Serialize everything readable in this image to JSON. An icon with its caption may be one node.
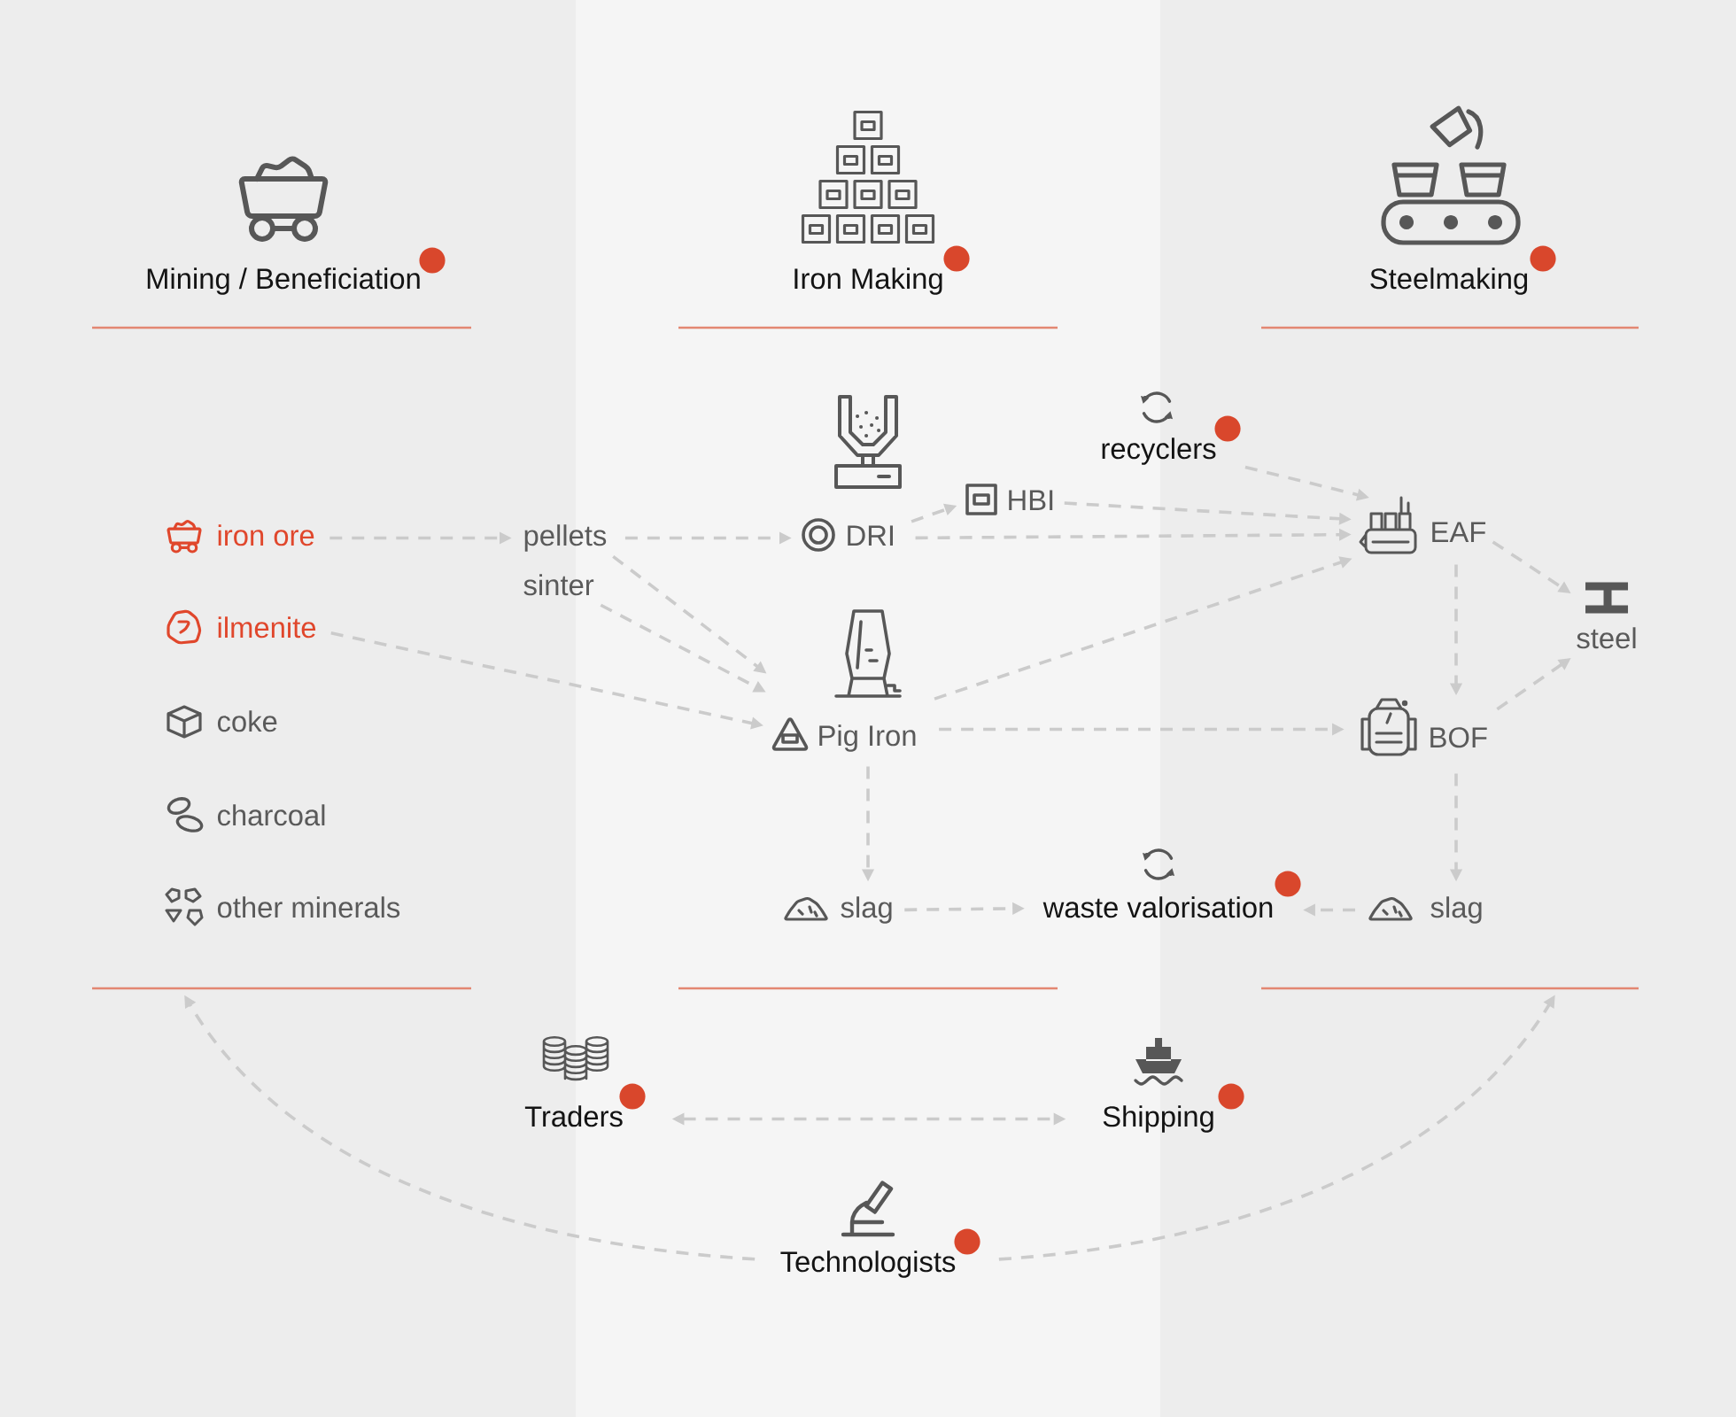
{
  "diagram": {
    "nodes": [
      {
        "text": [
          "Mining / Beneficiation"
        ]
      },
      {
        "text": [
          "Iron Making"
        ]
      },
      {
        "text": [
          "Steelmaking"
        ]
      },
      {
        "text": [
          "iron ore"
        ],
        "in": 0
      },
      {
        "text": [
          "ilmenite"
        ],
        "in": 0
      },
      {
        "text": [
          "coke"
        ],
        "in": 0
      },
      {
        "text": [
          "charcoal"
        ],
        "in": 0
      },
      {
        "text": [
          "other minerals"
        ],
        "in": 0
      },
      {
        "text": [
          "pellets"
        ]
      },
      {
        "text": [
          "sinter"
        ]
      },
      {
        "text": [
          "DRI"
        ],
        "in": 1
      },
      {
        "text": [
          "HBI"
        ],
        "in": 1
      },
      {
        "text": [
          "Pig Iron"
        ],
        "in": 1
      },
      {
        "text": [
          "slag"
        ],
        "in": 1
      },
      {
        "text": [
          "recyclers"
        ]
      },
      {
        "text": [
          "waste valorisation"
        ]
      },
      {
        "text": [
          "EAF"
        ],
        "in": 2
      },
      {
        "text": [
          "BOF"
        ],
        "in": 2
      },
      {
        "text": [
          "steel"
        ],
        "in": 2
      },
      {
        "text": [
          "slag"
        ],
        "in": 2
      },
      {
        "text": [
          "Traders"
        ]
      },
      {
        "text": [
          "Shipping"
        ]
      },
      {
        "text": [
          "Technologists"
        ]
      }
    ],
    "edges": [
      {
        "from": 3,
        "to": 8,
        "arrow": "to"
      },
      {
        "from": 4,
        "to": 12,
        "arrow": "to"
      },
      {
        "from": 8,
        "to": 10,
        "arrow": "to"
      },
      {
        "from": 8,
        "to": 12,
        "arrow": "to"
      },
      {
        "from": 9,
        "to": 12,
        "arrow": "to"
      },
      {
        "from": 10,
        "to": 11,
        "arrow": "to"
      },
      {
        "from": 10,
        "to": 16,
        "arrow": "to"
      },
      {
        "from": 11,
        "to": 16,
        "arrow": "to"
      },
      {
        "from": 14,
        "to": 16,
        "arrow": "to"
      },
      {
        "from": 12,
        "to": 16,
        "arrow": "to"
      },
      {
        "from": 12,
        "to": 17,
        "arrow": "to"
      },
      {
        "from": 12,
        "to": 13,
        "arrow": "to"
      },
      {
        "from": 13,
        "to": 15,
        "arrow": "to"
      },
      {
        "from": 19,
        "to": 15,
        "arrow": "to"
      },
      {
        "from": 16,
        "to": 17,
        "arrow": "to"
      },
      {
        "from": 16,
        "to": 18,
        "arrow": "to"
      },
      {
        "from": 17,
        "to": 18,
        "arrow": "to"
      },
      {
        "from": 17,
        "to": 19,
        "arrow": "to"
      },
      {
        "from": 20,
        "to": 21,
        "arrow": "both"
      },
      {
        "from": 22,
        "to": 0,
        "arrow": "to"
      },
      {
        "from": 22,
        "to": 2,
        "arrow": "to"
      }
    ]
  }
}
